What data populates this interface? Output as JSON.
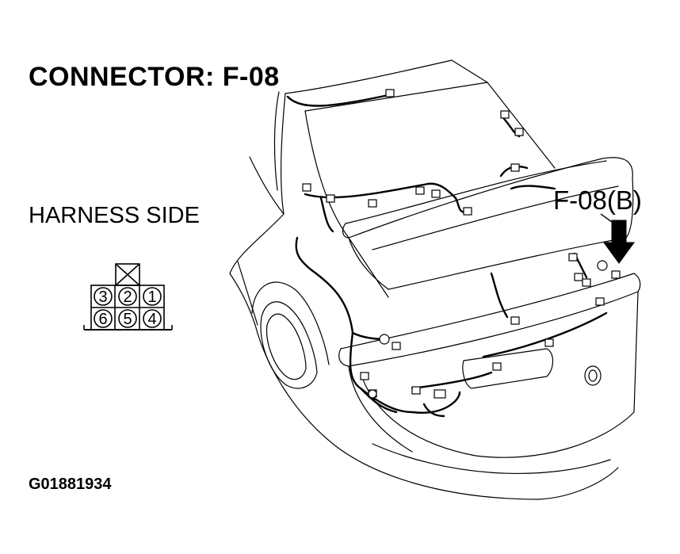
{
  "title": "CONNECTOR: F-08",
  "view_label": "HARNESS SIDE",
  "callout_label": "F-08(B)",
  "figure_id": "G01881934",
  "connector": {
    "top_row": [
      "3",
      "2",
      "1"
    ],
    "bottom_row": [
      "6",
      "5",
      "4"
    ],
    "blank_cavity": "unused"
  }
}
